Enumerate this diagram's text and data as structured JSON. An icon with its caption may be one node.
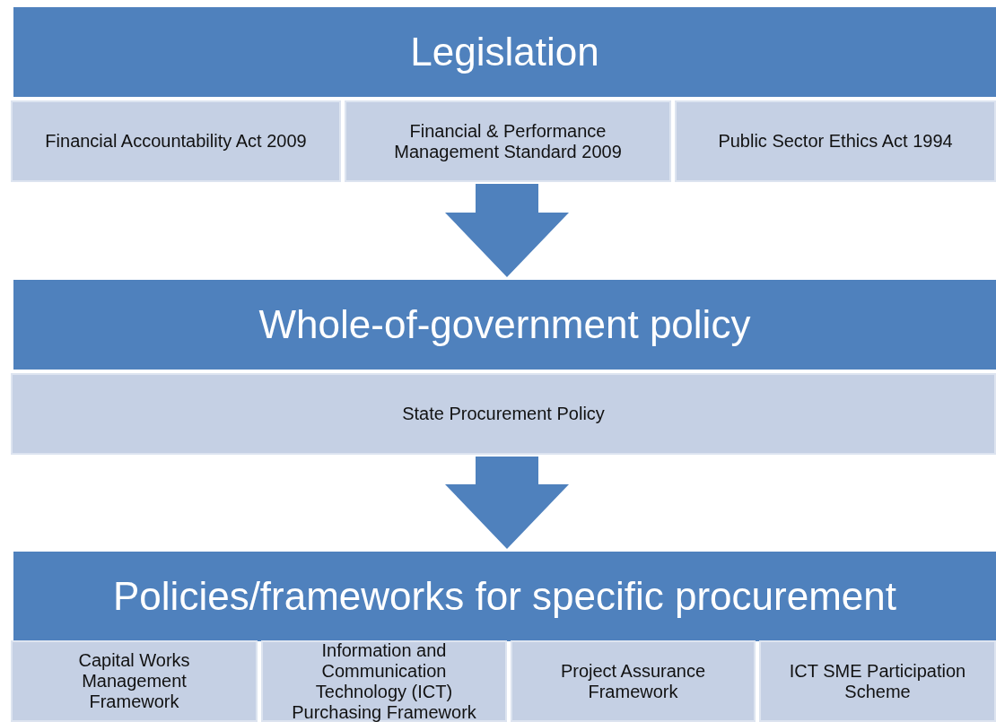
{
  "diagram": {
    "nodes": [
      {
        "text": [
          "Legislation"
        ]
      },
      {
        "text": [
          "Financial Accountability Act 2009"
        ],
        "in": 0
      },
      {
        "text": [
          "Financial & Performance Management Standard 2009"
        ],
        "in": 0
      },
      {
        "text": [
          "Public Sector Ethics Act 1994"
        ],
        "in": 0
      },
      {
        "text": [
          "Whole-of-government policy"
        ]
      },
      {
        "text": [
          "State Procurement Policy"
        ],
        "in": 4
      },
      {
        "text": [
          "Policies/frameworks for specific procurement"
        ]
      },
      {
        "text": [
          "Capital Works Management Framework"
        ],
        "in": 6
      },
      {
        "text": [
          "Information and Communication Technology (ICT) Purchasing Framework"
        ],
        "in": 6
      },
      {
        "text": [
          "Project Assurance Framework"
        ],
        "in": 6
      },
      {
        "text": [
          "ICT SME Participation Scheme"
        ],
        "in": 6
      }
    ],
    "edges": [
      {
        "from": 2,
        "to": 4,
        "arrow": "to",
        "style": "thick"
      },
      {
        "from": 5,
        "to": 6,
        "arrow": "to",
        "style": "thick"
      }
    ]
  }
}
